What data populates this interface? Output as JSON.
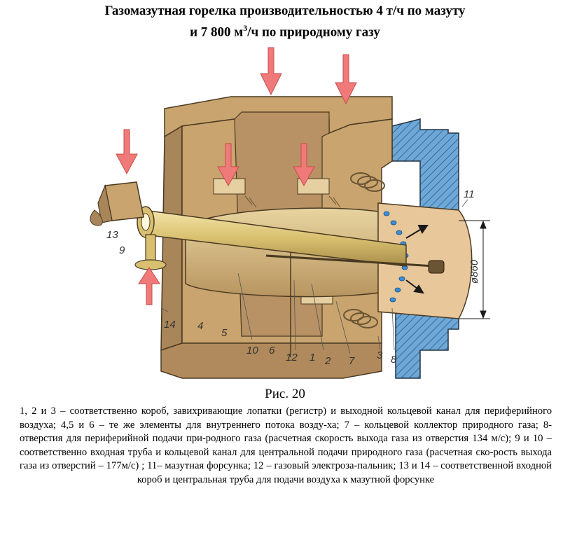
{
  "title": {
    "line1": "Газомазутная горелка производительностью 4 т/ч по мазуту",
    "line2_pre": "и 7 800 м",
    "line2_sup": "3",
    "line2_post": "/ч по природному газу"
  },
  "figure": {
    "dimension_label": "ø860",
    "labels": {
      "n1": "1",
      "n2": "2",
      "n3": "3",
      "n4": "4",
      "n5": "5",
      "n6": "6",
      "n7": "7",
      "n8": "8",
      "n9": "9",
      "n10": "10",
      "n11": "11",
      "n12": "12",
      "n13": "13",
      "n14": "14"
    },
    "colors": {
      "box": "#c9a46e",
      "box_dark": "#a9855a",
      "pipe": "#ddc67e",
      "arrow": "#f07a7a",
      "wall": "#6fa8d6",
      "holes": "#3a8fd6"
    }
  },
  "fig_label": "Рис. 20",
  "caption": "1, 2 и 3 – соответственно короб, завихривающие лопатки (регистр) и выходной кольцевой канал для периферийного воздуха; 4,5 и 6 – те же элементы для внутреннего потока возду-ха; 7 – кольцевой коллектор природного газа; 8- отверстия для периферийной подачи при-родного газа (расчетная скорость выхода газа из отверстия 134 м/с); 9 и 10 – соответственно входная труба и кольцевой канал для центральной подачи природного газа (расчетная ско-рость выхода газа из отверстий – 177м/с) ; 11– мазутная форсунка; 12 – газовый электроза-пальник; 13 и 14 – соответственной входной короб и центральная труба для подачи воздуха к мазутной форсунке"
}
